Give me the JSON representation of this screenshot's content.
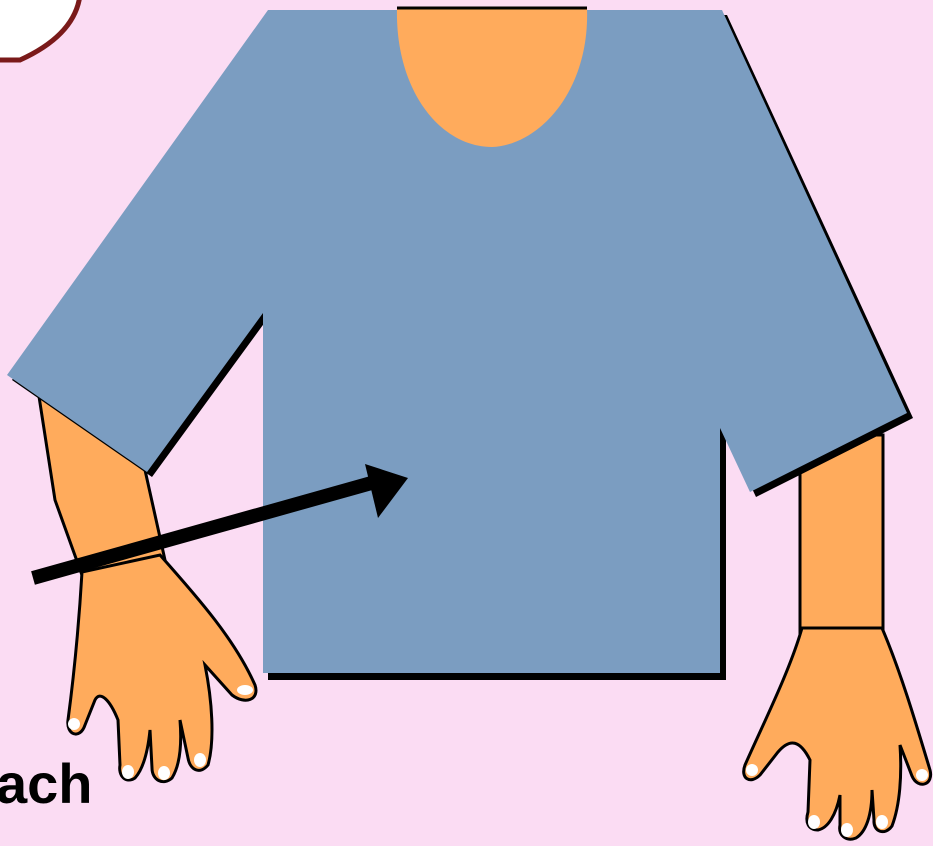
{
  "caption": "ach",
  "colors": {
    "background": "#fbdcf3",
    "shirt": "#7b9dc1",
    "skin": "#ffab5c",
    "outline": "#000000",
    "bubble_border": "#7a1a1a",
    "nail": "#ffffff"
  },
  "icons": {
    "arrow": "right-pointing-arrow",
    "shirt": "long-sleeve-shirt",
    "hands": "open-hand"
  }
}
